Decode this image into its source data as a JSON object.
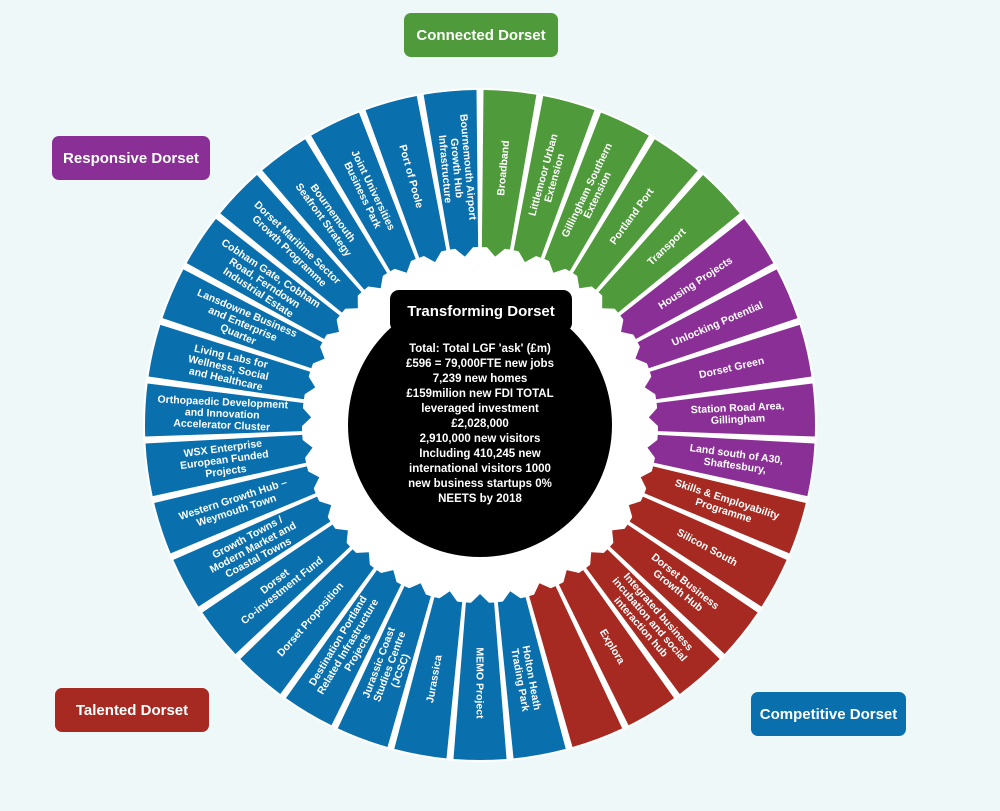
{
  "center": {
    "title": "Transforming Dorset",
    "lines": [
      "Total: Total LGF 'ask' (£m)",
      "£596 = 79,000FTE new jobs",
      "7,239 new homes",
      "£159milion new FDI TOTAL",
      "leveraged investment",
      "£2,028,000",
      "2,910,000 new visitors",
      "Including 410,245 new",
      "international visitors 1000",
      "new business startups 0%",
      "NEETS by 2018"
    ]
  },
  "categories": {
    "connected": "Connected Dorset",
    "responsive": "Responsive Dorset",
    "talented": "Talented Dorset",
    "competitive": "Competitive Dorset"
  },
  "colors": {
    "connected": "#4f9a3a",
    "responsive": "#8a2f96",
    "talented": "#a62a21",
    "competitive": "#0a6fad",
    "center": "#000000",
    "background": "#eef8f8"
  },
  "segments": [
    {
      "group": "connected",
      "lines": [
        "Broadband"
      ]
    },
    {
      "group": "connected",
      "lines": [
        "Littlemoor Urban",
        "Extension"
      ]
    },
    {
      "group": "connected",
      "lines": [
        "Gillingham Southern",
        "Extension"
      ]
    },
    {
      "group": "connected",
      "lines": [
        "Portland Port"
      ]
    },
    {
      "group": "connected",
      "lines": [
        "Transport"
      ]
    },
    {
      "group": "responsive",
      "lines": [
        "Housing Projects"
      ]
    },
    {
      "group": "responsive",
      "lines": [
        "Unlocking Potential"
      ]
    },
    {
      "group": "responsive",
      "lines": [
        "Dorset Green"
      ]
    },
    {
      "group": "responsive",
      "lines": [
        "Station Road Area,",
        "Gillingham"
      ]
    },
    {
      "group": "responsive",
      "lines": [
        "Land south of A30,",
        "Shaftesbury,"
      ]
    },
    {
      "group": "talented",
      "lines": [
        "Skills & Employability",
        "Programme"
      ]
    },
    {
      "group": "talented",
      "lines": [
        "Silicon South"
      ]
    },
    {
      "group": "talented",
      "lines": [
        "Dorset Business",
        "Growth Hub"
      ]
    },
    {
      "group": "talented",
      "lines": [
        "Integrated business",
        "incubation and social",
        "interaction hub"
      ]
    },
    {
      "group": "talented",
      "lines": [
        "Explora"
      ]
    },
    {
      "group": "talented",
      "lines": []
    },
    {
      "group": "competitive",
      "lines": [
        "Holton Heath",
        "Trading Park"
      ]
    },
    {
      "group": "competitive",
      "lines": [
        "MEMO Project"
      ]
    },
    {
      "group": "competitive",
      "lines": [
        "Jurassica"
      ]
    },
    {
      "group": "competitive",
      "lines": [
        "Jurassic Coast",
        "Studies Centre",
        "(JCSC)"
      ]
    },
    {
      "group": "competitive",
      "lines": [
        "Destination Portland",
        "Related Infrastructure",
        "Projects"
      ]
    },
    {
      "group": "competitive",
      "lines": [
        "Dorset Proposition"
      ]
    },
    {
      "group": "competitive",
      "lines": [
        "Dorset",
        "Co-investment Fund"
      ]
    },
    {
      "group": "competitive",
      "lines": [
        "Growth Towns /",
        "Modern Market and",
        "Coastal Towns"
      ]
    },
    {
      "group": "competitive",
      "lines": [
        "Western Growth Hub –",
        "Weymouth Town"
      ]
    },
    {
      "group": "competitive",
      "lines": [
        "WSX Enterprise",
        "European Funded",
        "Projects"
      ]
    },
    {
      "group": "competitive",
      "lines": [
        "Orthopaedic Development",
        "and Innovation",
        "Accelerator Cluster"
      ]
    },
    {
      "group": "competitive",
      "lines": [
        "Living Labs for",
        "Wellness, Social",
        "and Healthcare"
      ]
    },
    {
      "group": "competitive",
      "lines": [
        "Lansdowne Business",
        "and Enterprise",
        "Quarter"
      ]
    },
    {
      "group": "competitive",
      "lines": [
        "Cobham Gate, Cobham",
        "Road, Ferndown",
        "Industrial Estate"
      ]
    },
    {
      "group": "competitive",
      "lines": [
        "Dorset Maritime Sector",
        "Growth Programme"
      ]
    },
    {
      "group": "competitive",
      "lines": [
        "Bournemouth",
        "Seafront Strategy"
      ]
    },
    {
      "group": "competitive",
      "lines": [
        "Joint Universities",
        "Business Park"
      ]
    },
    {
      "group": "competitive",
      "lines": [
        "Port of Poole"
      ]
    },
    {
      "group": "competitive",
      "lines": [
        "Bournemouth Airport",
        "Growth Hub",
        "Infrastructure"
      ]
    }
  ]
}
